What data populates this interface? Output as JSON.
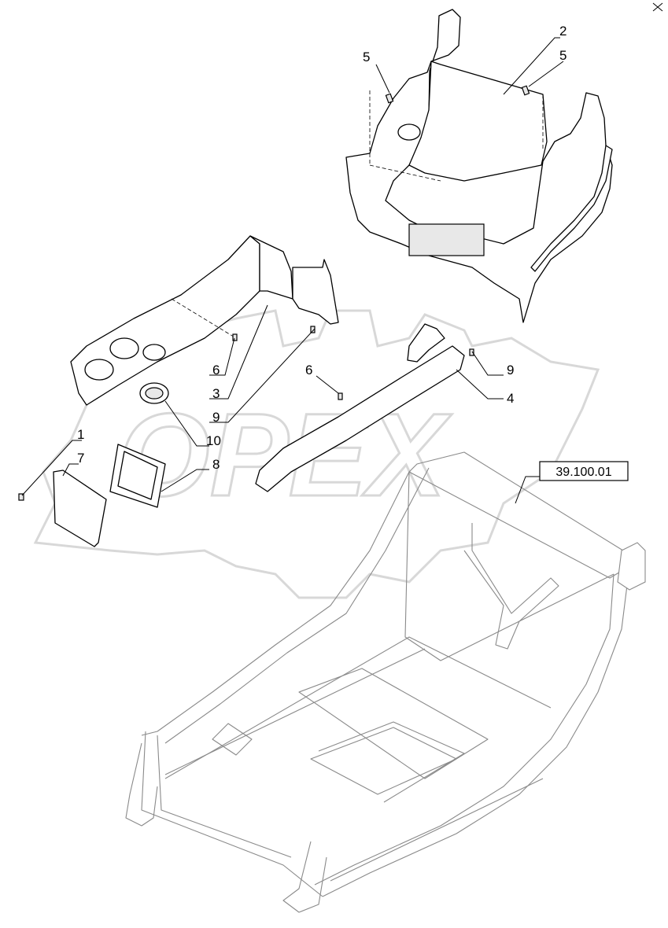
{
  "watermark": {
    "text": "OPEX"
  },
  "callouts": [
    {
      "id": "c1",
      "number": "1"
    },
    {
      "id": "c2",
      "number": "2"
    },
    {
      "id": "c3",
      "number": "3"
    },
    {
      "id": "c4",
      "number": "4"
    },
    {
      "id": "c5a",
      "number": "5"
    },
    {
      "id": "c5b",
      "number": "5"
    },
    {
      "id": "c6a",
      "number": "6"
    },
    {
      "id": "c6b",
      "number": "6"
    },
    {
      "id": "c7",
      "number": "7"
    },
    {
      "id": "c8",
      "number": "8"
    },
    {
      "id": "c9a",
      "number": "9"
    },
    {
      "id": "c9b",
      "number": "9"
    },
    {
      "id": "c10",
      "number": "10"
    }
  ],
  "reference": {
    "label": "39.100.01"
  },
  "colors": {
    "line": "#000000",
    "frame": "#8a8a8a",
    "watermark": "#d4d4d4",
    "background": "#ffffff"
  }
}
